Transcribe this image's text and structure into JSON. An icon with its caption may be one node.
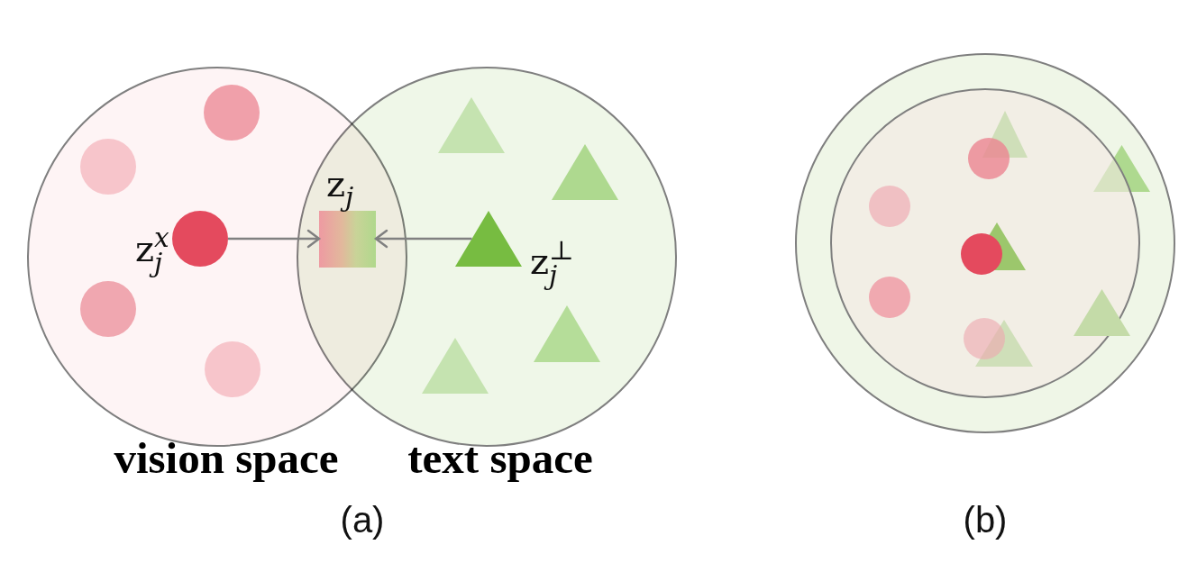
{
  "diagram": {
    "nodes": [
      {
        "text": [
          "vision space"
        ]
      },
      {
        "text": [],
        "shape": "circle",
        "in": 0
      },
      {
        "text": [],
        "shape": "circle",
        "in": 0
      },
      {
        "text": [],
        "shape": "circle",
        "in": 0,
        "beside": [
          "z$_{j}$$^{x}$"
        ]
      },
      {
        "text": [],
        "shape": "circle",
        "in": 0
      },
      {
        "text": [],
        "shape": "circle",
        "in": 0
      },
      {
        "text": [],
        "shape": "box",
        "beside": [
          "z$_{j}$"
        ]
      },
      {
        "text": [
          "text space"
        ]
      },
      {
        "text": [],
        "shape": "triangle",
        "in": 7
      },
      {
        "text": [],
        "shape": "triangle",
        "in": 7
      },
      {
        "text": [],
        "shape": "triangle",
        "in": 7,
        "beside": [
          "z$_{j}$$^{⊥}$"
        ]
      },
      {
        "text": [],
        "shape": "triangle",
        "in": 7
      },
      {
        "text": [],
        "shape": "triangle",
        "in": 7
      },
      {
        "text": [],
        "shape": "circle"
      },
      {
        "text": [],
        "shape": "circle",
        "in": 13
      },
      {
        "text": [],
        "shape": "triangle",
        "in": 14
      },
      {
        "text": [],
        "shape": "circle",
        "in": 14
      },
      {
        "text": [],
        "shape": "triangle",
        "in": 13
      },
      {
        "text": [],
        "shape": "circle",
        "in": 14
      },
      {
        "text": [],
        "shape": "triangle",
        "in": 14
      },
      {
        "text": [],
        "shape": "circle",
        "in": 14
      },
      {
        "text": [],
        "shape": "triangle",
        "in": 14
      },
      {
        "text": [],
        "shape": "circle",
        "in": 14
      },
      {
        "text": [],
        "shape": "triangle",
        "in": 14
      },
      {
        "text": [],
        "shape": "circle",
        "in": 14
      }
    ],
    "edges": [
      {
        "from": 3,
        "to": 6,
        "arrow": "to"
      },
      {
        "from": 10,
        "to": 6,
        "arrow": "to"
      }
    ],
    "labels": [
      "(a)",
      "(b)"
    ]
  }
}
